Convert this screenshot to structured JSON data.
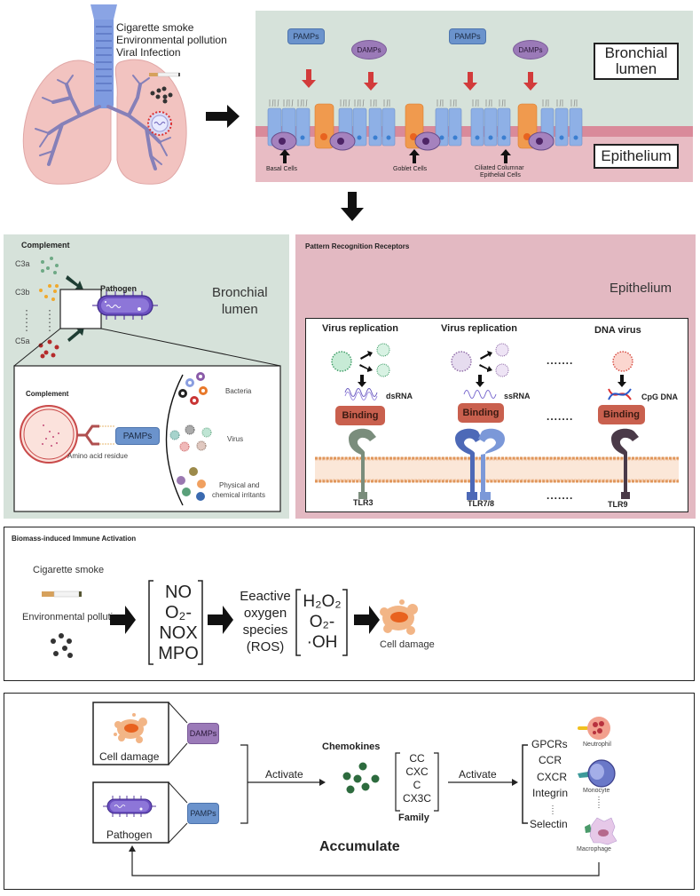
{
  "colors": {
    "lumen_bg": "#d6e2da",
    "epithelium_bg": "#e3b9c2",
    "epithelium_band": "#d98a9a",
    "pamps_blue": "#6b93cc",
    "damps_purple": "#9b7ab8",
    "red_arrow": "#d23b3b",
    "binding_red": "#c9604e",
    "chemokine_green": "#2d6b3e"
  },
  "lung_panel": {
    "causes": [
      "Cigarette smoke",
      "Environmental pollution",
      "Viral Infection"
    ]
  },
  "bronchial_panel": {
    "region_labels": {
      "lumen": "Bronchial\nlumen",
      "lumen_line1": "Bronchial",
      "lumen_line2": "lumen",
      "epithelium": "Epithelium"
    },
    "pills": [
      {
        "type": "PAMPs",
        "label": "PAMPs"
      },
      {
        "type": "DAMPs",
        "label": "DAMPs"
      },
      {
        "type": "PAMPs",
        "label": "PAMPs"
      },
      {
        "type": "DAMPs",
        "label": "DAMPs"
      }
    ],
    "cell_labels": {
      "basal": "Basal Cells",
      "goblet": "Goblet Cells",
      "ciliated_line1": "Ciliated Columnar",
      "ciliated_line2": "Epithelial Cells"
    }
  },
  "complement_panel": {
    "title": "Complement",
    "components": [
      "C3a",
      "C3b",
      "C5a"
    ],
    "pathogen_label": "Pathogen",
    "region_line1": "Bronchial",
    "region_line2": "lumen",
    "inset": {
      "title": "Complement",
      "pamps_label": "PAMPs",
      "residue_label": "Amino acid residue",
      "categories": [
        "Bacteria",
        "Virus",
        "Physical and",
        "chemical irritants"
      ]
    }
  },
  "prr_panel": {
    "title": "Pattern Recognition Receptors",
    "region_label": "Epithelium",
    "columns": [
      {
        "heading": "Virus replication",
        "ligand": "dsRNA",
        "binding": "Binding",
        "receptor": "TLR3"
      },
      {
        "heading": "Virus replication",
        "ligand": "ssRNA",
        "binding": "Binding",
        "receptor": "TLR7/8"
      },
      {
        "heading": "DNA virus",
        "ligand": "CpG DNA",
        "binding": "Binding",
        "receptor": "TLR9"
      }
    ],
    "ellipsis": "......."
  },
  "biomass_panel": {
    "title": "Biomass-induced Immune Activation",
    "source1": "Cigarette smoke",
    "source2": "Environmental pollution",
    "mediators": [
      "NO",
      "O₂-",
      "NOX",
      "MPO"
    ],
    "ros_label": [
      "Eeactive",
      "oxygen",
      "species",
      "(ROS)"
    ],
    "ros_species": [
      "H₂O₂",
      "O₂-",
      "·OH"
    ],
    "result": "Cell damage"
  },
  "accumulate_panel": {
    "box1_label": "Cell damage",
    "box2_label": "Pathogen",
    "damps": "DAMPs",
    "pamps": "PAMPs",
    "activate1": "Activate",
    "chemokines_title": "Chemokines",
    "families": [
      "CC",
      "CXC",
      "C",
      "CX3C"
    ],
    "family_label": "Family",
    "activate2": "Activate",
    "receptors": [
      "GPCRs",
      "CCR",
      "CXCR",
      "Integrin",
      "Selectin"
    ],
    "cells": [
      "Neutrophil",
      "Monocyte",
      "Macrophage"
    ],
    "accumulate": "Accumulate"
  }
}
